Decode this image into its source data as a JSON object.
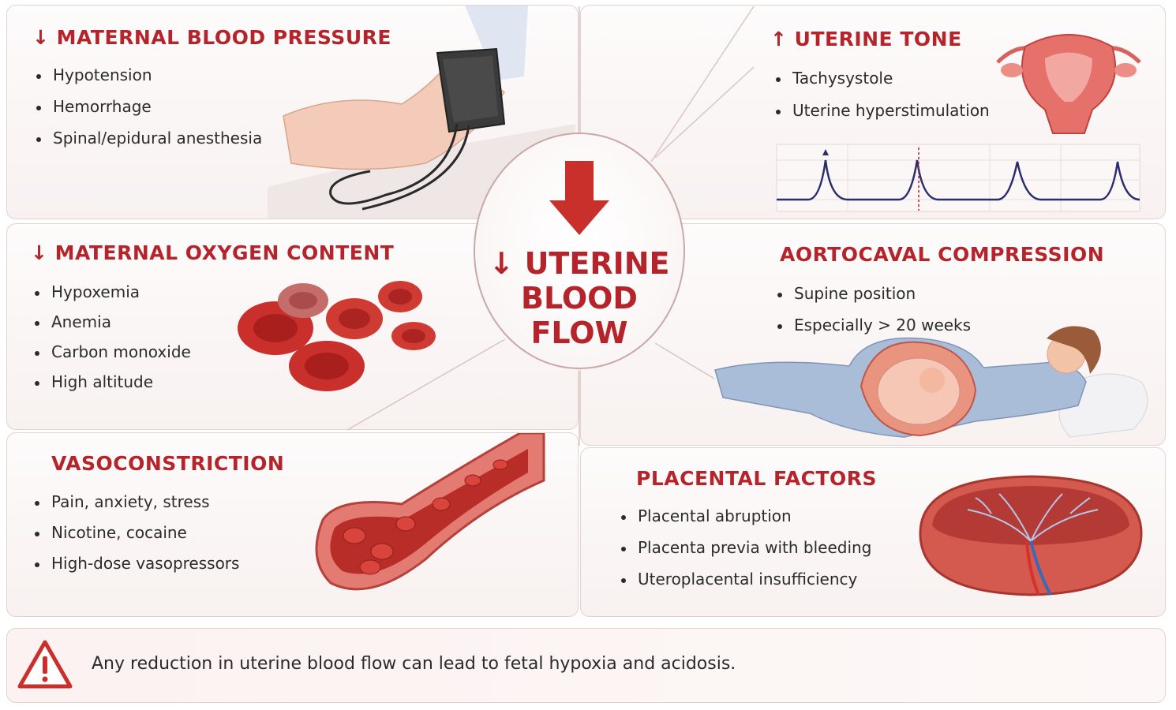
{
  "center": {
    "prefix_arrow": "↓",
    "line1": "UTERINE",
    "line2": "BLOOD",
    "line3": "FLOW"
  },
  "panels": {
    "maternal_bp": {
      "title": "↓ MATERNAL BLOOD PRESSURE",
      "items": [
        "Hypotension",
        "Hemorrhage",
        "Spinal/epidural anesthesia"
      ],
      "icon": "blood-pressure-cuff-icon"
    },
    "uterine_tone": {
      "title": "↑ UTERINE TONE",
      "items": [
        "Tachysystole",
        "Uterine hyperstimulation"
      ],
      "icon": "uterus-icon"
    },
    "maternal_oxygen": {
      "title": "↓ MATERNAL OXYGEN CONTENT",
      "items": [
        "Hypoxemia",
        "Anemia",
        "Carbon monoxide",
        "High altitude"
      ],
      "icon": "red-blood-cells-icon"
    },
    "aortocaval": {
      "title": "AORTOCAVAL COMPRESSION",
      "items": [
        "Supine position",
        "Especially > 20 weeks"
      ],
      "icon": "supine-pregnant-woman-icon"
    },
    "vasoconstriction": {
      "title": "VASOCONSTRICTION",
      "items": [
        "Pain, anxiety, stress",
        "Nicotine, cocaine",
        "High-dose vasopressors"
      ],
      "icon": "constricted-vessel-icon"
    },
    "placental": {
      "title": "PLACENTAL FACTORS",
      "items": [
        "Placental abruption",
        "Placenta previa with bleeding",
        "Uteroplacental insufficiency"
      ],
      "icon": "placenta-icon"
    }
  },
  "footer": {
    "text": "Any reduction in uterine blood flow can lead to fetal hypoxia and acidosis.",
    "icon": "warning-triangle-icon"
  },
  "colors": {
    "accent_red": "#b5242b",
    "cell_red": "#c9302c",
    "panel_bg": "#f8f1f0",
    "border": "#e2d2d0",
    "tracing": "#2a2d6e"
  }
}
